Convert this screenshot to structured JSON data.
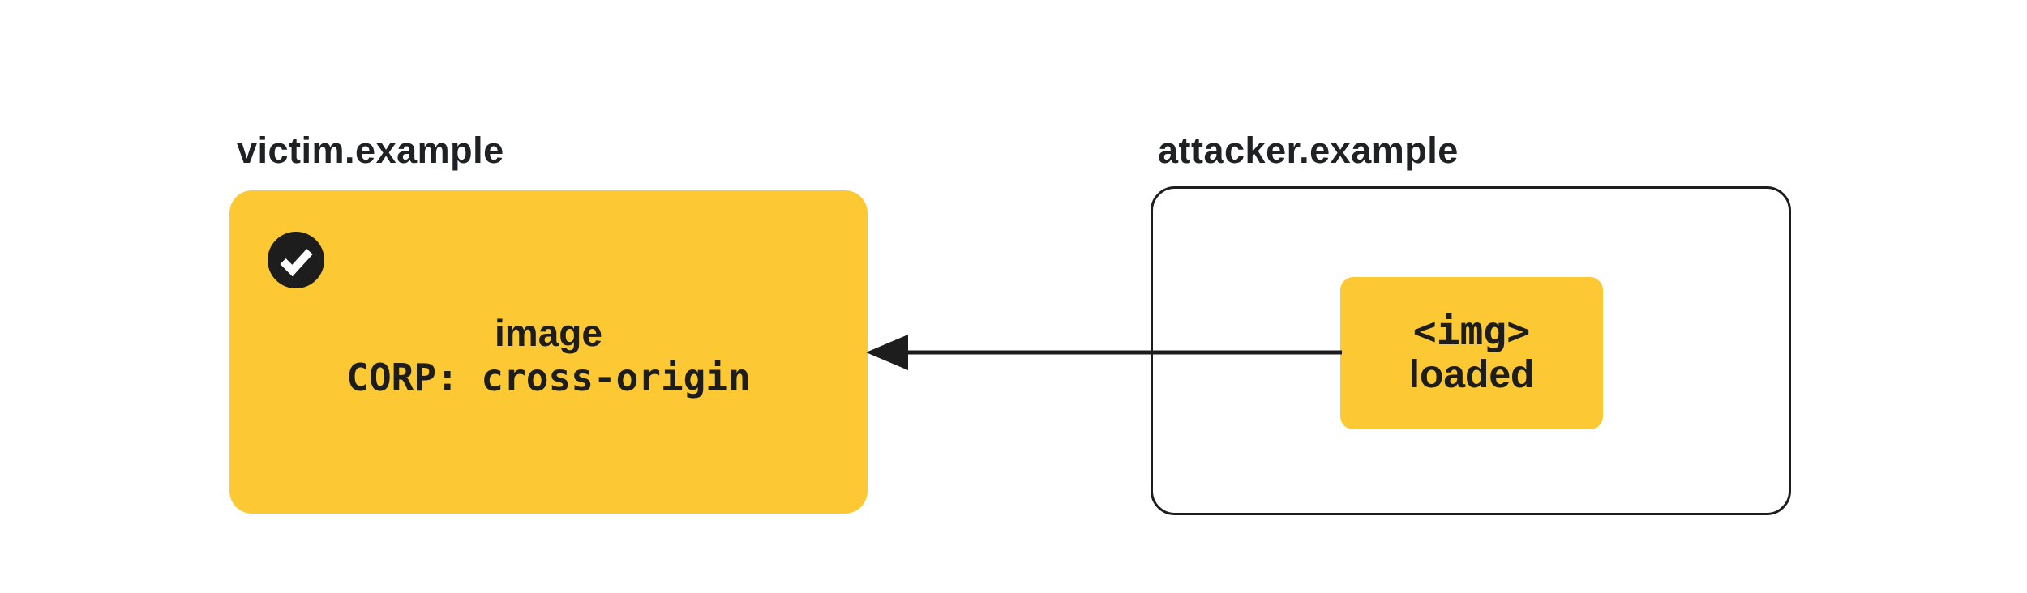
{
  "colors": {
    "highlight_yellow": "#FCC934",
    "ink_black": "#1D1D1D",
    "text_black": "#202124",
    "surface_white": "#FFFFFF"
  },
  "victim": {
    "domain_label": "victim.example",
    "status_icon": "checkmark",
    "resource_line1": "image",
    "resource_line2": "CORP: cross-origin"
  },
  "attacker": {
    "domain_label": "attacker.example",
    "embed_line1": "<img>",
    "embed_line2": "loaded"
  },
  "arrow": {
    "direction": "right-to-left",
    "from": "attacker.example",
    "to": "victim.example",
    "style": "solid-black"
  }
}
